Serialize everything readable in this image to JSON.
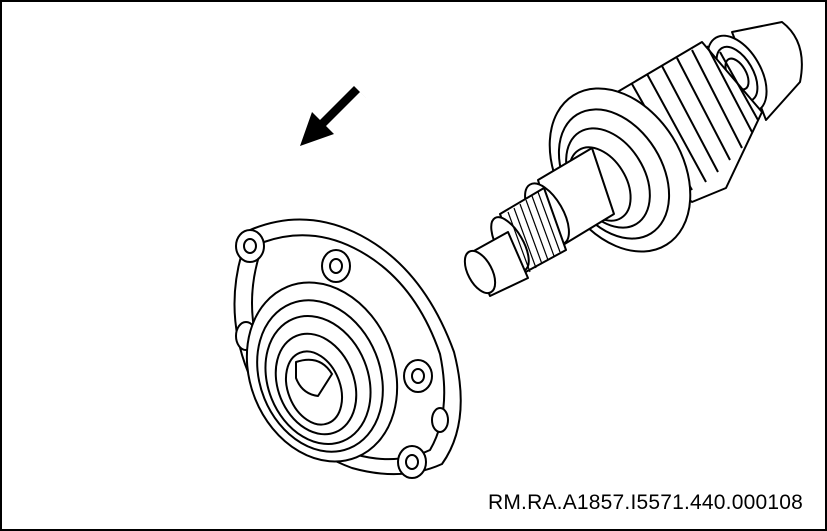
{
  "figure": {
    "reference_code": "RM.RA.A1857.I5571.440.000108",
    "background_color": "#ffffff",
    "line_color": "#000000",
    "arrow_icon": "arrow-down-left-icon",
    "parts": [
      "pinion-shaft-with-bearing",
      "bearing-retainer-housing"
    ]
  }
}
